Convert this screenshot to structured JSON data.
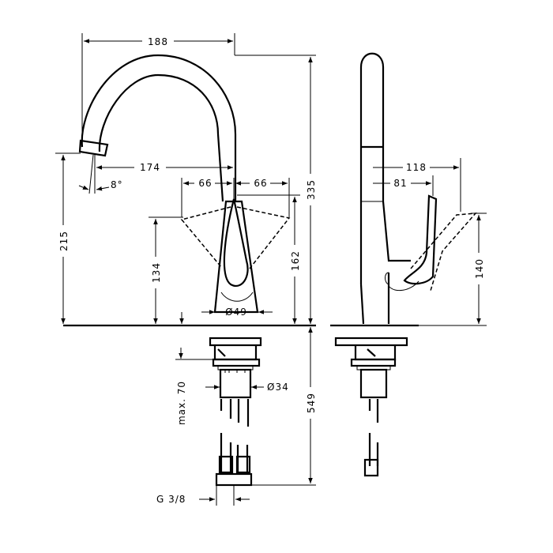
{
  "drawing": {
    "title": "Kitchen mixer dimensional drawing",
    "front_view": {
      "spout_reach": "188",
      "spout_to_center": "174",
      "spout_angle": "8°",
      "lever_swing_left": "66",
      "lever_swing_right": "66",
      "total_height": "335",
      "spout_height": "215",
      "lever_height_low": "134",
      "lever_height_high": "162",
      "base_diameter": "Ø49"
    },
    "below_deck": {
      "max_deck_thickness": "max. 70",
      "shank_diameter": "Ø34",
      "hose_length": "549",
      "thread": "G 3/8"
    },
    "side_view": {
      "lever_reach": "118",
      "handle_reach": "81",
      "lever_height": "140"
    },
    "colors": {
      "line": "#000000",
      "background": "#ffffff"
    }
  }
}
